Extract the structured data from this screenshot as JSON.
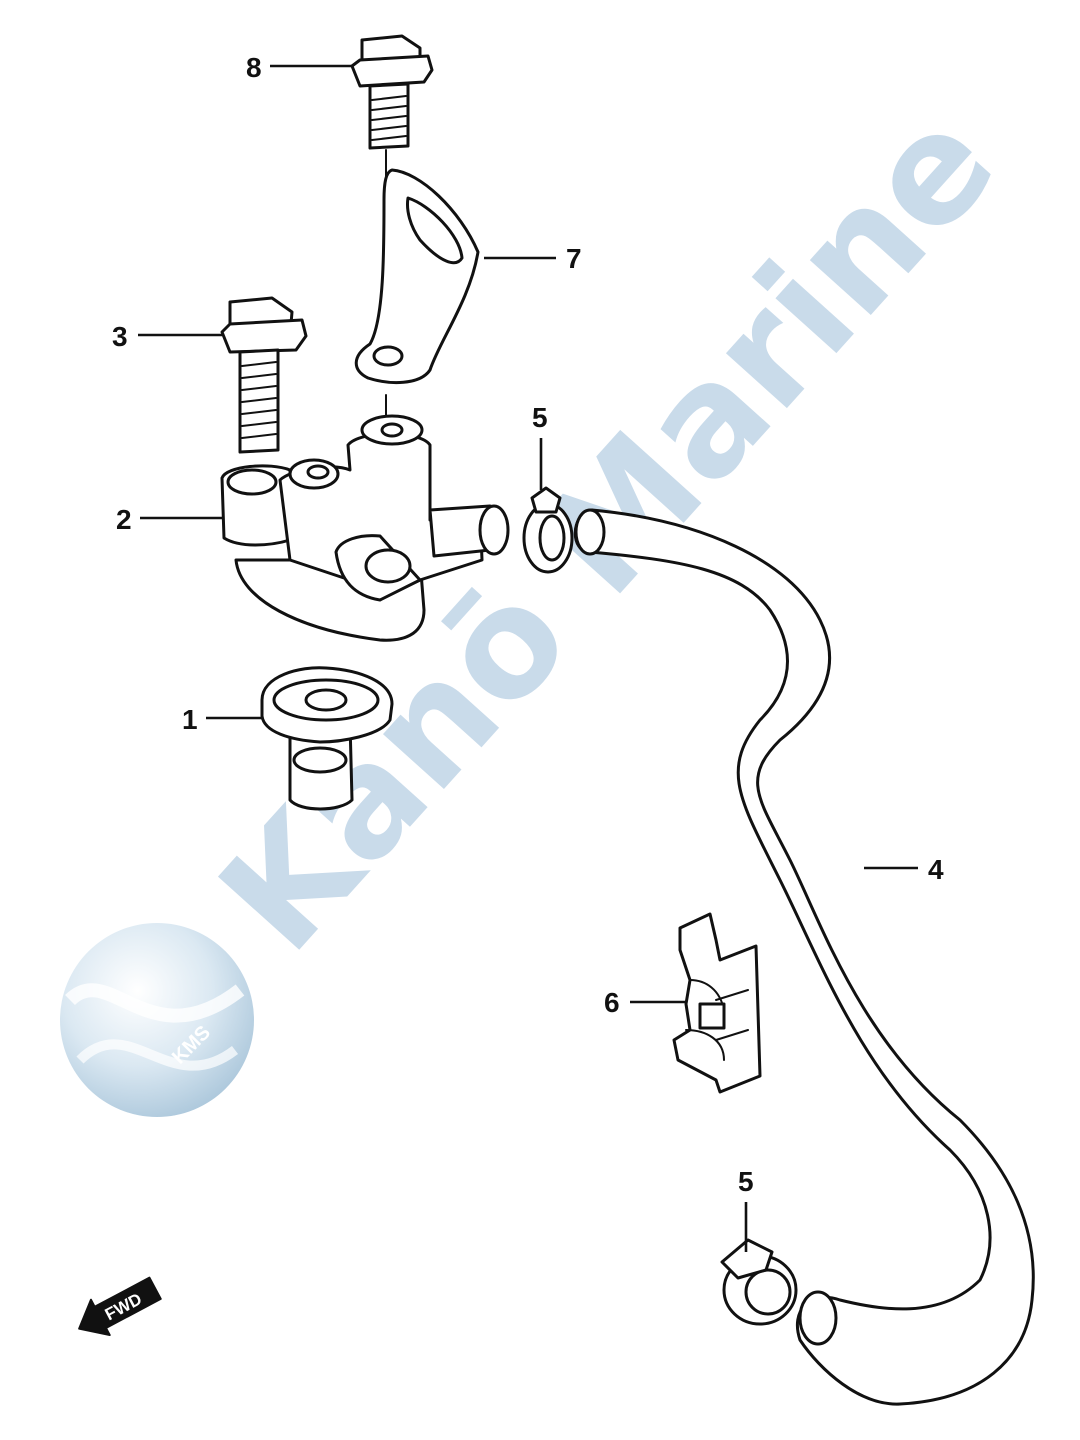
{
  "callouts": {
    "c1": "1",
    "c2": "2",
    "c3": "3",
    "c4": "4",
    "c5a": "5",
    "c5b": "5",
    "c6": "6",
    "c7": "7",
    "c8": "8"
  },
  "watermark": {
    "text": "Kanō Marine",
    "logo_text": "KMS",
    "color": "#b7cfe4"
  },
  "fwd_arrow": {
    "label": "FWD"
  },
  "colors": {
    "line": "#111111",
    "background": "#ffffff",
    "watermark": "#b7cfe4"
  }
}
